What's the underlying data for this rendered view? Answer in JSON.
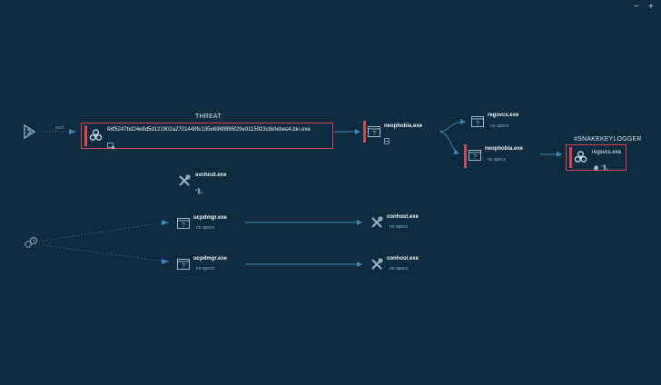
{
  "window_controls": {
    "minimize": "−",
    "maximize": "+"
  },
  "colors": {
    "background": "#0f2b3f",
    "threat": "#d2474f",
    "edge": "#3f86b6",
    "icon": "#9ab6cc",
    "spec_text": "#7fb2d4"
  },
  "roots": {
    "start": {
      "icon": "play-icon",
      "edge_label": "start"
    },
    "scheduled": {
      "icon": "gears-clock-icon"
    }
  },
  "nodes": {
    "threat_main": {
      "group_label": "THREAT",
      "name": "68f5247bd24e8d5d121902a2701448fe135e696f8f65f29e9115923c8efebee4.bin.exe",
      "icon": "biohazard-icon",
      "spec_icon": "screen-icon"
    },
    "neophobia_1": {
      "name": "neophobia.exe",
      "icon": "unknown-window-icon",
      "spec_icon": "registry-icon"
    },
    "regsvcs_1": {
      "name": "regsvcs.exe",
      "icon": "unknown-window-icon",
      "spec": "no specs"
    },
    "neophobia_2": {
      "name": "neophobia.exe",
      "icon": "unknown-window-icon",
      "spec": "no specs"
    },
    "regsvcs_2": {
      "group_label": "#SNAKEKEYLOGGER",
      "name": "regsvcs.exe",
      "icon": "biohazard-icon",
      "spec_icons": [
        "bug-icon",
        "network-icon"
      ]
    },
    "svchost": {
      "name": "svchost.exe",
      "icon": "tools-icon",
      "spec_icon": "network-icon"
    },
    "ucpdmgr_1": {
      "name": "ucpdmgr.exe",
      "icon": "unknown-window-icon",
      "spec": "no specs"
    },
    "ucpdmgr_2": {
      "name": "ucpdmgr.exe",
      "icon": "unknown-window-icon",
      "spec": "no specs"
    },
    "conhost_1": {
      "name": "conhost.exe",
      "icon": "tools-icon",
      "spec": "no specs"
    },
    "conhost_2": {
      "name": "conhost.exe",
      "icon": "tools-icon",
      "spec": "no specs"
    }
  }
}
